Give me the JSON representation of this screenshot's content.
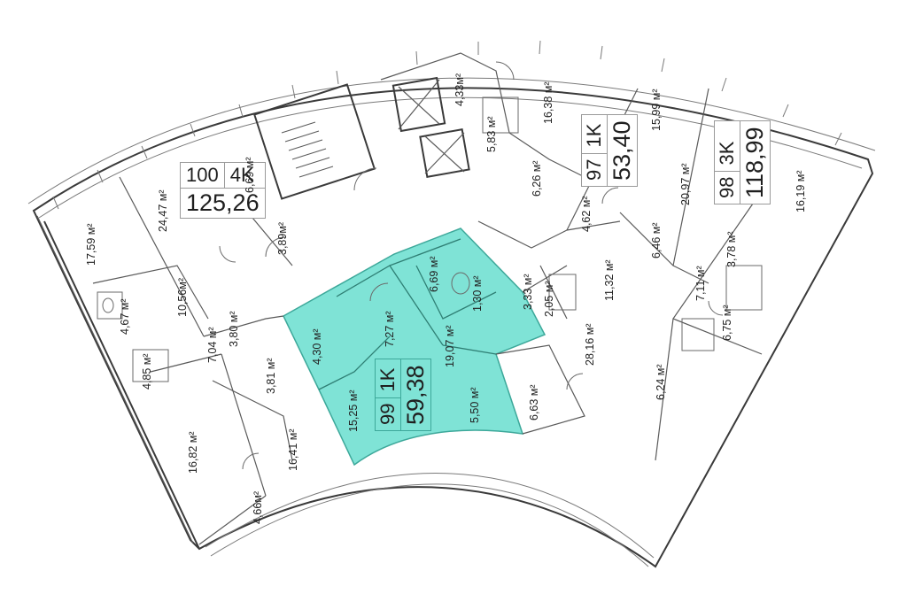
{
  "highlight_color": "#7fe3d6",
  "apartments": [
    {
      "id": "a100",
      "number": "100",
      "type": "4K",
      "area": "125,26"
    },
    {
      "id": "a97",
      "number": "97",
      "type": "1K",
      "area": "53,40"
    },
    {
      "id": "a98",
      "number": "98",
      "type": "3K",
      "area": "118,99"
    },
    {
      "id": "a99",
      "number": "99",
      "type": "1K",
      "area": "59,38",
      "highlighted": true
    }
  ],
  "rooms": [
    "17,59 м²",
    "24,47 м²",
    "6,69 м²",
    "3,89м²",
    "10,56м²",
    "4,67 м²",
    "4,85 м²",
    "7,04 м²",
    "3,80 м²",
    "3,81 м²",
    "16,82 м²",
    "16,41 м²",
    "4,66м²",
    "4,30 м²",
    "15,25 м²",
    "7,27 м²",
    "6,69 м²",
    "1,30 м²",
    "19,07 м²",
    "5,50 м²",
    "3,33 м²",
    "2,05 м²",
    "6,63 м²",
    "28,16 м²",
    "4,33м²",
    "5,83 м²",
    "16,38 м²",
    "6,26 м²",
    "4,62 м²",
    "15,99 м²",
    "11,32 м²",
    "6,46 м²",
    "20,97 м²",
    "16,19 м²",
    "3,78 м²",
    "7,11 м²",
    "6,75 м²",
    "6,24 м²"
  ]
}
